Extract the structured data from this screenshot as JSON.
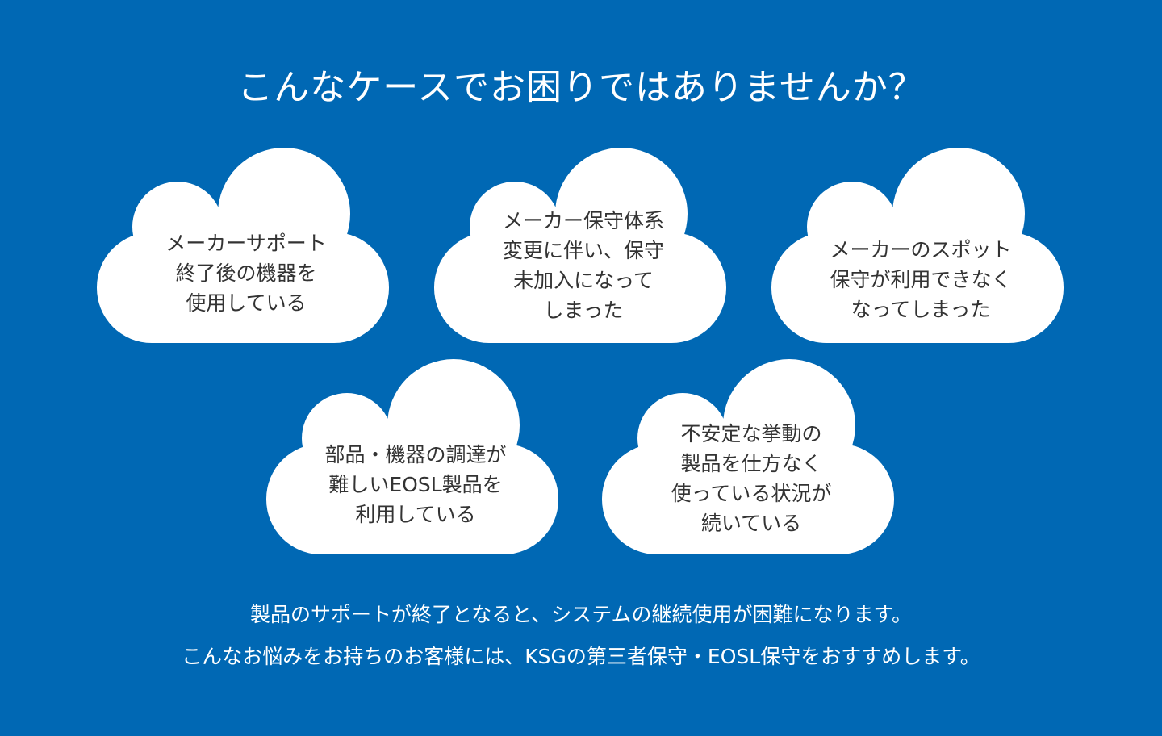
{
  "heading": "こんなケースでお困りではありませんか？",
  "clouds": [
    {
      "lines": [
        "メーカーサポート",
        "終了後の機器を",
        "使用している"
      ]
    },
    {
      "lines": [
        "メーカー保守体系",
        "変更に伴い、保守",
        "未加入になって",
        "しまった"
      ]
    },
    {
      "lines": [
        "メーカーのスポット",
        "保守が利用できなく",
        "なってしまった"
      ]
    },
    {
      "lines": [
        "部品・機器の調達が",
        "難しいEOSL製品を",
        "利用している"
      ]
    },
    {
      "lines": [
        "不安定な挙動の",
        "製品を仕方なく",
        "使っている状況が",
        "続いている"
      ]
    }
  ],
  "footer": {
    "line1": "製品のサポートが終了となると、システムの継続使用が困難になります。",
    "line2": "こんなお悩みをお持ちのお客様には、KSGの第三者保守・EOSL保守をおすすめします。"
  },
  "colors": {
    "background": "#0068b4",
    "cloud": "#ffffff",
    "text": "#333333"
  }
}
